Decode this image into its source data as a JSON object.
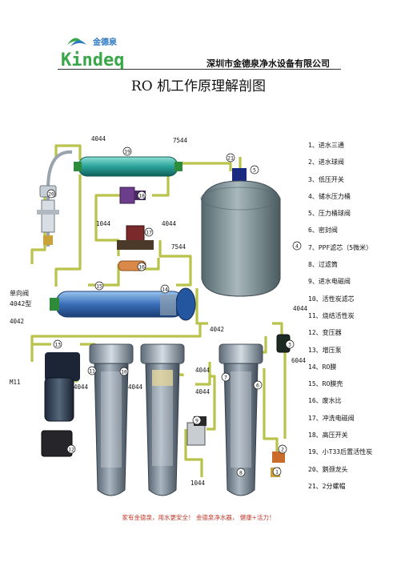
{
  "header": {
    "logo_cn": "金德泉",
    "logo_en": "Kindeq",
    "company": "深圳市金德泉净水设备有限公司"
  },
  "title": "RO 机工作原理解剖图",
  "footer": "家有金德泉，用水更安全！    金德泉净水器，  健康+活力！",
  "labels": {
    "l4044_top": "4044",
    "l7544_top": "7544",
    "l1044_mid": "1044",
    "l4044_mid": "4044",
    "l7544_mid": "7544",
    "check_valve": "单向阀",
    "check_4042": "4042型",
    "l4042_left": "4042",
    "l4042_mid": "4042",
    "l4044_right": "4044",
    "l6044": "6044",
    "m11": "M11",
    "l4044_f1": "4044",
    "l4044_f2": "4044",
    "l4044_f3a": "4044",
    "l4044_f3b": "4044",
    "l1044_bottom": "1044"
  },
  "callouts": [
    "1",
    "2",
    "3",
    "4",
    "5",
    "6",
    "7",
    "8",
    "9",
    "10",
    "11",
    "12",
    "13",
    "14",
    "15",
    "16",
    "17",
    "18",
    "19",
    "20",
    "21"
  ],
  "legend": [
    "1、进水三通",
    "2、进水球阀",
    "3、低压开关",
    "4、储水压力桶",
    "5、压力桶球阀",
    "6、密封阀",
    "7、PPF滤芯（5微米）",
    "8、过滤筒",
    "9、进水电磁阀",
    "10、活性炭滤芯",
    "11、烧结活性炭",
    "12、变压器",
    "13、增压泵",
    "14、RO膜",
    "15、RO膜壳",
    "16、废水比",
    "17、冲洗电磁阀",
    "18、高压开关",
    "19、小T33后置活性炭",
    "20、鹅颈龙头",
    "21、2分螺帽"
  ],
  "colors": {
    "tube": "#b9c24a",
    "tube_dark": "#8e9a2a",
    "fitting": "#2e8b3a",
    "housing": "#6d7f8f",
    "tank": "#7a8d93",
    "membrane": "#3a6fb8",
    "postfilter": "#2aa39a",
    "brand_green": "#3aa64a",
    "title_red": "#c0392b"
  }
}
